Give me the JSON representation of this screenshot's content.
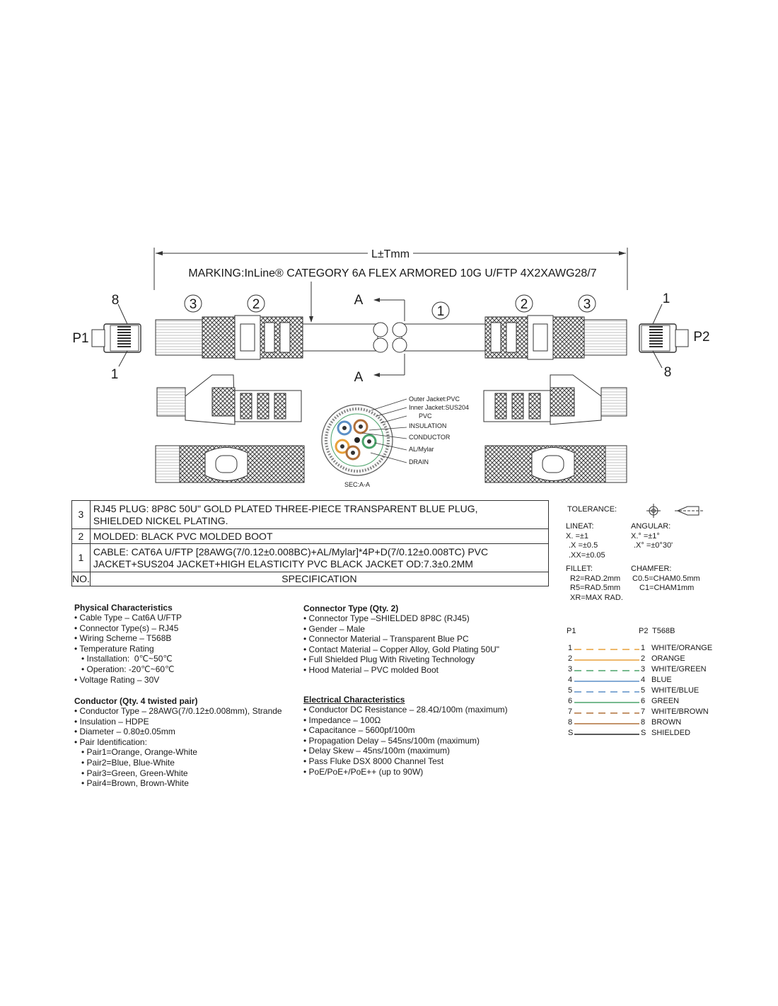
{
  "drawing": {
    "length_label": "L±Tmm",
    "marking": "MARKING:InLine® CATEGORY 6A FLEX ARMORED 10G U/FTP 4X2XAWG28/7",
    "section_marker": "A",
    "p1_label": "P1",
    "p2_label": "P2",
    "pin_8": "8",
    "pin_1": "1",
    "balloons": {
      "cable": "1",
      "boot": "2",
      "plug": "3"
    },
    "section_callouts": [
      "Outer Jacket:PVC",
      "Inner Jacket:SUS204",
      "PVC",
      "INSULATION",
      "CONDUCTOR",
      "AL/Mylar",
      "DRAIN"
    ],
    "section_caption": "SEC:A-A"
  },
  "spec_table": {
    "rows": [
      {
        "no": "3",
        "lines": [
          "RJ45 PLUG: 8P8C 50U\" GOLD PLATED THREE-PIECE TRANSPARENT BLUE PLUG,",
          "SHIELDED NICKEL PLATING."
        ]
      },
      {
        "no": "2",
        "lines": [
          "MOLDED: BLACK PVC MOLDED BOOT"
        ]
      },
      {
        "no": "1",
        "lines": [
          "CABLE: CAT6A U/FTP [28AWG(7/0.12±0.008BC)+AL/Mylar]*4P+D(7/0.12±0.008TC) PVC",
          "JACKET+SUS204 JACKET+HIGH ELASTICITY PVC BLACK JACKET OD:7.3±0.2MM"
        ]
      }
    ],
    "header_no": "NO.",
    "header_spec": "SPECIFICATION"
  },
  "tolerance": {
    "title": "TOLERANCE:",
    "lineat_title": "LINEAT:",
    "lineat": [
      "X.   =±1",
      ".X  =±0.5",
      ".XX=±0.05"
    ],
    "angular_title": "ANGULAR:",
    "angular": [
      "X.°   =±1°",
      ".X°  =±0°30'"
    ],
    "fillet_title": "FILLET:",
    "fillet": [
      "R2=RAD.2mm",
      "R5=RAD.5mm",
      "XR=MAX RAD."
    ],
    "chamfer_title": "CHAMFER:",
    "chamfer": [
      "C0.5=CHAM0.5mm",
      "C1=CHAM1mm"
    ]
  },
  "physical": {
    "title": "Physical Characteristics",
    "items": [
      "• Cable Type – Cat6A U/FTP",
      "• Connector Type(s) – RJ45",
      "• Wiring Scheme –  T568B",
      "• Temperature Rating",
      "   • Installation:  0℃~50℃",
      "   • Operation: -20℃~60℃",
      "• Voltage Rating – 30V"
    ]
  },
  "conductor": {
    "title": "Conductor (Qty. 4 twisted pair)",
    "items": [
      "• Conductor Type – 28AWG(7/0.12±0.008mm), Strande",
      "• Insulation – HDPE",
      "• Diameter – 0.80±0.05mm",
      "• Pair Identification:",
      "   • Pair1=Orange, Orange-White",
      "   • Pair2=Blue, Blue-White",
      "   • Pair3=Green, Green-White",
      "   • Pair4=Brown, Brown-White"
    ]
  },
  "connector": {
    "title": "Connector Type (Qty. 2)",
    "items": [
      "• Connector Type –SHIELDED  8P8C (RJ45)",
      "• Gender – Male",
      "• Connector Material – Transparent Blue PC",
      "• Contact Material – Copper Alloy, Gold Plating 50U\"",
      "• Full Shielded Plug With Riveting Technology",
      "• Hood Material –  PVC molded Boot"
    ]
  },
  "electrical": {
    "title": "Electrical Characteristics",
    "items": [
      "• Conductor DC Resistance – 28.4Ω/100m (maximum)",
      "• Impedance – 100Ω",
      "• Capacitance – 5600pf/100m",
      "• Propagation Delay – 545ns/100m (maximum)",
      "• Delay Skew – 45ns/100m (maximum)",
      "• Pass Fluke DSX 8000 Channel Test",
      "• PoE/PoE+/PoE++ (up to 90W)"
    ]
  },
  "wiring": {
    "p1": "P1",
    "p2": "P2",
    "scheme": "T568B",
    "rows": [
      {
        "a": "1",
        "b": "1",
        "name": "WHITE/ORANGE",
        "color": "#e8a13a",
        "dashed": true
      },
      {
        "a": "2",
        "b": "2",
        "name": "ORANGE",
        "color": "#e8a13a",
        "dashed": false
      },
      {
        "a": "3",
        "b": "3",
        "name": "WHITE/GREEN",
        "color": "#4aa36a",
        "dashed": true
      },
      {
        "a": "4",
        "b": "4",
        "name": "BLUE",
        "color": "#5b8fc7",
        "dashed": false
      },
      {
        "a": "5",
        "b": "5",
        "name": "WHITE/BLUE",
        "color": "#5b8fc7",
        "dashed": true
      },
      {
        "a": "6",
        "b": "6",
        "name": "GREEN",
        "color": "#4aa36a",
        "dashed": false
      },
      {
        "a": "7",
        "b": "7",
        "name": "WHITE/BROWN",
        "color": "#b0703a",
        "dashed": true
      },
      {
        "a": "8",
        "b": "8",
        "name": "BROWN",
        "color": "#b0703a",
        "dashed": false
      },
      {
        "a": "S",
        "b": "S",
        "name": "SHIELDED",
        "color": "#222222",
        "dashed": false
      }
    ]
  }
}
